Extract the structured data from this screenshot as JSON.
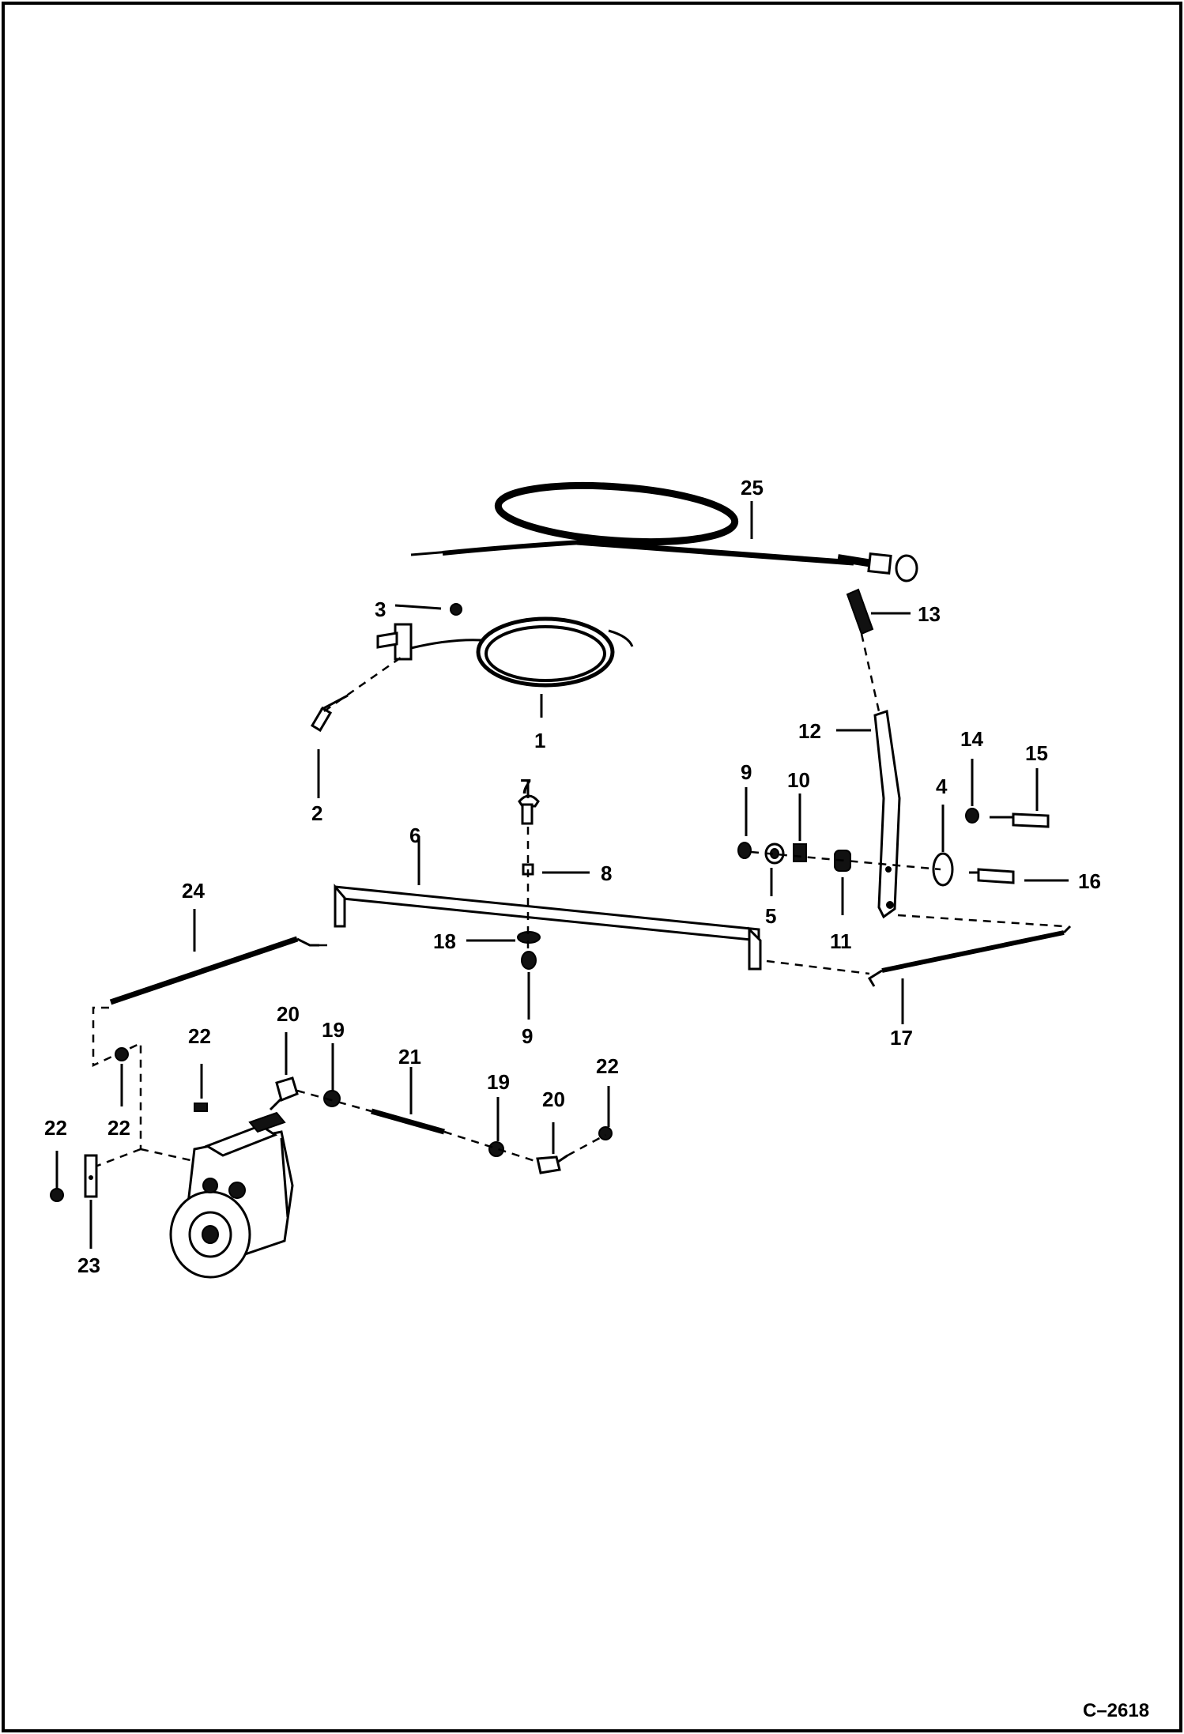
{
  "diagram": {
    "drawing_code": "C–2618",
    "callouts": [
      {
        "id": "c1",
        "label": "1"
      },
      {
        "id": "c2",
        "label": "2"
      },
      {
        "id": "c3",
        "label": "3"
      },
      {
        "id": "c4",
        "label": "4"
      },
      {
        "id": "c5",
        "label": "5"
      },
      {
        "id": "c6",
        "label": "6"
      },
      {
        "id": "c7",
        "label": "7"
      },
      {
        "id": "c8",
        "label": "8"
      },
      {
        "id": "c9a",
        "label": "9"
      },
      {
        "id": "c9b",
        "label": "9"
      },
      {
        "id": "c10",
        "label": "10"
      },
      {
        "id": "c11",
        "label": "11"
      },
      {
        "id": "c12",
        "label": "12"
      },
      {
        "id": "c13",
        "label": "13"
      },
      {
        "id": "c14",
        "label": "14"
      },
      {
        "id": "c15",
        "label": "15"
      },
      {
        "id": "c16",
        "label": "16"
      },
      {
        "id": "c17",
        "label": "17"
      },
      {
        "id": "c18",
        "label": "18"
      },
      {
        "id": "c19a",
        "label": "19"
      },
      {
        "id": "c19b",
        "label": "19"
      },
      {
        "id": "c20a",
        "label": "20"
      },
      {
        "id": "c20b",
        "label": "20"
      },
      {
        "id": "c21",
        "label": "21"
      },
      {
        "id": "c22a",
        "label": "22"
      },
      {
        "id": "c22b",
        "label": "22"
      },
      {
        "id": "c22c",
        "label": "22"
      },
      {
        "id": "c22d",
        "label": "22"
      },
      {
        "id": "c23",
        "label": "23"
      },
      {
        "id": "c24",
        "label": "24"
      },
      {
        "id": "c25",
        "label": "25"
      }
    ]
  }
}
